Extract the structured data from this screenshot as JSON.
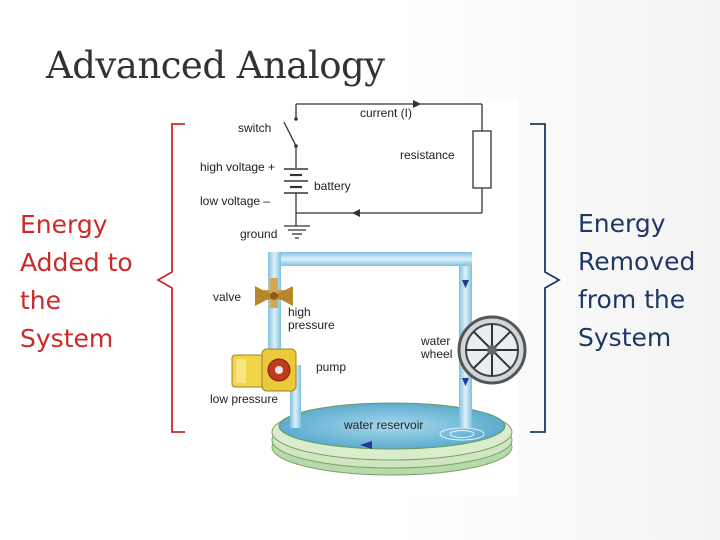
{
  "slide": {
    "title": "Advanced Analogy",
    "left_text": [
      "Energy",
      "Added to",
      "the",
      "System"
    ],
    "right_text": [
      "Energy",
      "Removed",
      "from the",
      "System"
    ]
  },
  "diagram": {
    "labels": {
      "switch": "switch",
      "current": "current (I)",
      "resistance": "resistance",
      "high_voltage": "high voltage +",
      "battery": "battery",
      "low_voltage": "low voltage –",
      "ground": "ground",
      "valve": "valve",
      "high_pressure_1": "high",
      "high_pressure_2": "pressure",
      "water_wheel_1": "water",
      "water_wheel_2": "wheel",
      "pump": "pump",
      "low_pressure": "low pressure",
      "water_reservoir": "water reservoir"
    }
  },
  "colors": {
    "left_text": "#cc2929",
    "right_text": "#1f3864",
    "left_bracket": "#cc2929",
    "right_bracket": "#1f3864",
    "pipe": "#a9d6ee",
    "water": "#6fb6d6"
  }
}
